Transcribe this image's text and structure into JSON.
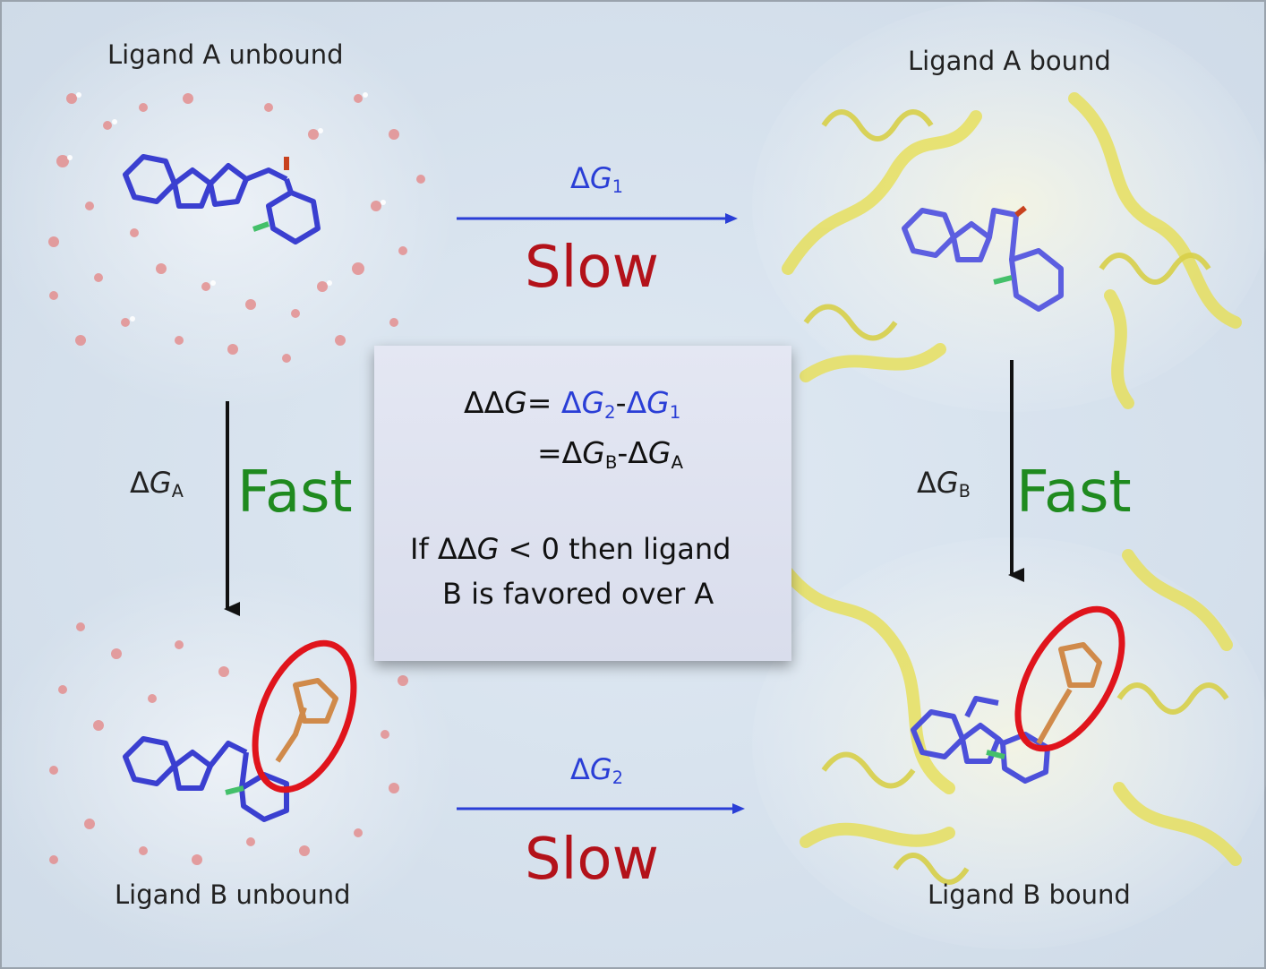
{
  "panels": {
    "top_left_label": "Ligand A unbound",
    "top_right_label": "Ligand A bound",
    "bottom_left_label": "Ligand B unbound",
    "bottom_right_label": "Ligand B bound"
  },
  "transitions": {
    "top": {
      "delta_symbol": "Δ",
      "var": "G",
      "sub": "1",
      "speed": "Slow"
    },
    "bottom": {
      "delta_symbol": "Δ",
      "var": "G",
      "sub": "2",
      "speed": "Slow"
    },
    "left": {
      "delta_symbol": "Δ",
      "var": "G",
      "sub": "A",
      "speed": "Fast"
    },
    "right": {
      "delta_symbol": "Δ",
      "var": "G",
      "sub": "B",
      "speed": "Fast"
    }
  },
  "equation": {
    "line1_lhs": "ΔΔ",
    "line1_var": "G",
    "line1_eq": "=",
    "term_a_delta": "Δ",
    "term_a_var": "G",
    "term_a_sub": "2",
    "minus": "-",
    "term_b_delta": "Δ",
    "term_b_var": "G",
    "term_b_sub": "1",
    "line2_prefix": "=Δ",
    "line2_var1": "G",
    "line2_sub1": "B",
    "line2_mid": "-Δ",
    "line2_var2": "G",
    "line2_sub2": "A"
  },
  "note": {
    "line1_pre": "If ΔΔ",
    "line1_var": "G",
    "line1_post": " < 0 then ligand",
    "line2": "B is favored over A"
  },
  "colors": {
    "slow": "#b3121a",
    "fast": "#1f8a1f",
    "delta_blue": "#2a3ed6",
    "ligand_blue": "#3a3fd0",
    "protein_yellow": "#e8e36a",
    "highlight_red": "#e0141c",
    "water_red": "#e07a7a"
  }
}
